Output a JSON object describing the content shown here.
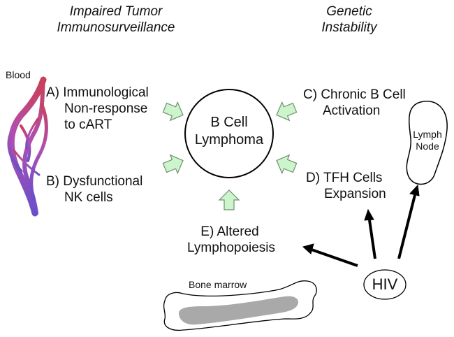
{
  "headings": {
    "left": [
      "Impaired Tumor",
      "Immunosurveillance"
    ],
    "right": [
      "Genetic",
      "Instability"
    ]
  },
  "center_node": [
    "B Cell",
    "Lymphoma"
  ],
  "factors": {
    "a": [
      "A) Immunological",
      "Non-response",
      "to cART"
    ],
    "b": [
      "B) Dysfunctional",
      "NK cells"
    ],
    "c": [
      "C) Chronic B Cell",
      "Activation"
    ],
    "d": [
      "D) TFH Cells",
      "Expansion"
    ],
    "e": [
      "E) Altered",
      "Lymphopoiesis"
    ]
  },
  "labels": {
    "blood": "Blood",
    "lymph_node": [
      "Lymph",
      "Node"
    ],
    "bone_marrow": "Bone marrow",
    "hiv": "HIV"
  },
  "colors": {
    "arrow_fill": "#ccf5cc",
    "arrow_stroke": "#6f8f6f",
    "bone_fill": "#a9a9a9",
    "vessel_top": "#c8405a",
    "vessel_mid": "#b04fb0",
    "vessel_bottom": "#6a4fc9"
  }
}
